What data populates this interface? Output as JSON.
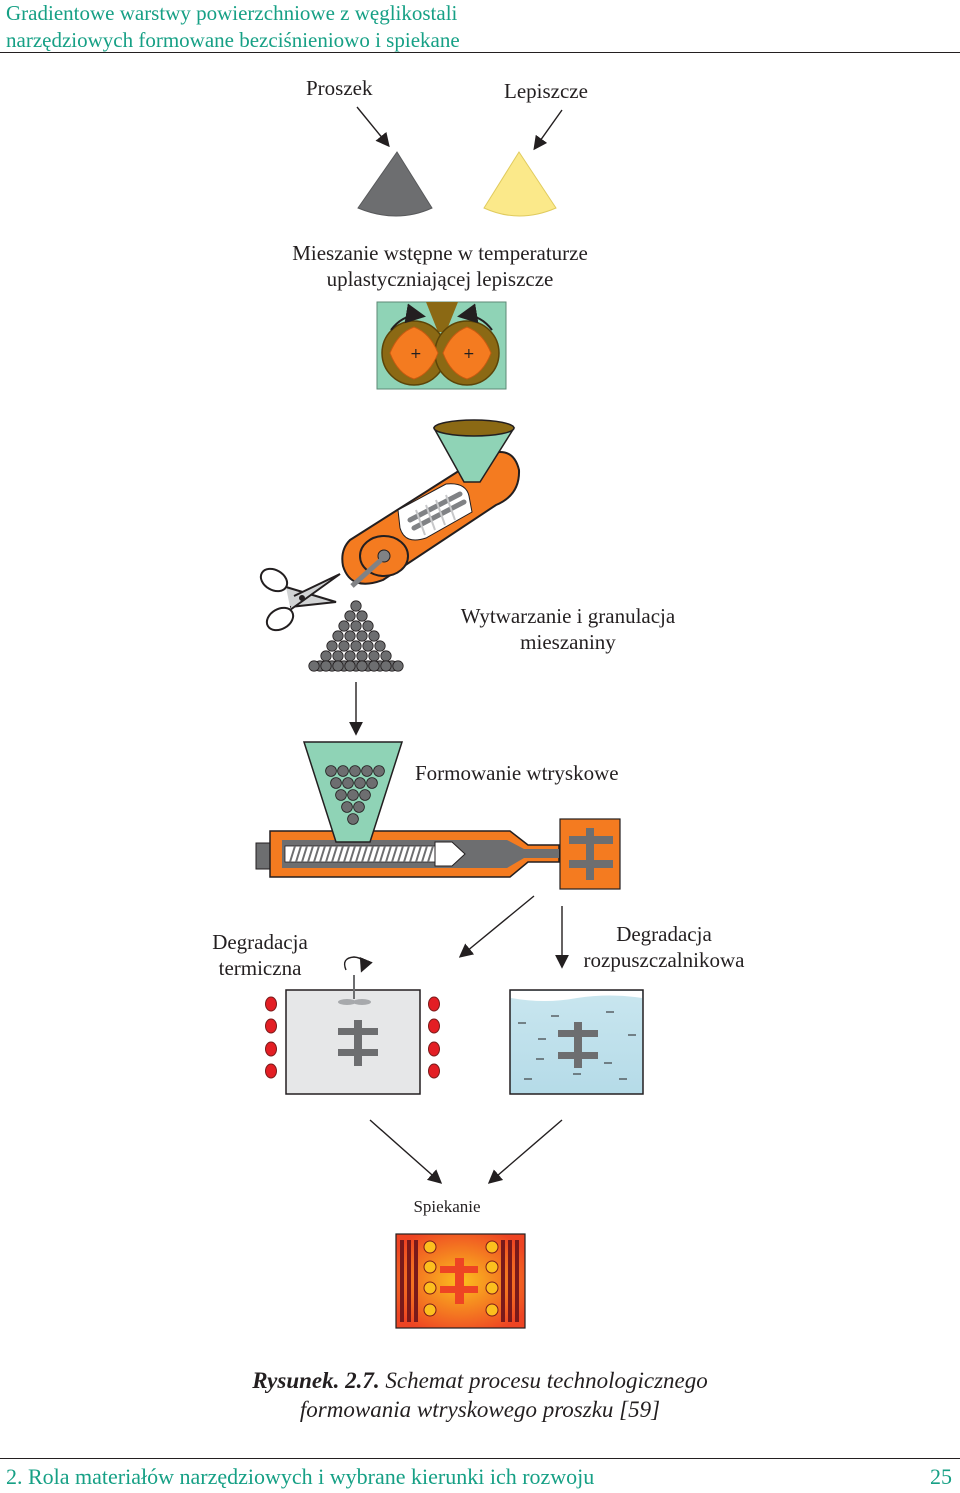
{
  "header": {
    "title_line1": "Gradientowe warstwy powierzchniowe z węglikostali",
    "title_line2": "narzędziowych formowane bezciśnieniowo i spiekane"
  },
  "diagram": {
    "powder": "Proszek",
    "binder": "Lepiszcze",
    "premix_line1": "Mieszanie wstępne w temperaturze",
    "premix_line2": "uplastyczniającej lepiszcze",
    "granulation_line1": "Wytwarzanie i granulacja",
    "granulation_line2": "mieszaniny",
    "injection": "Formowanie wtryskowe",
    "thermal_line1": "Degradacja",
    "thermal_line2": "termiczna",
    "solvent_line1": "Degradacja",
    "solvent_line2": "rozpuszczalnikowa",
    "sintering": "Spiekanie",
    "colors": {
      "powder": "#6d6e70",
      "binder": "#fbe98a",
      "orange": "#f47b20",
      "teal_box": "#8fd3b6",
      "brown": "#8b6914",
      "red": "#e31e24"
    }
  },
  "caption": {
    "label": "Rysunek. 2.7.",
    "text_line1": "Schemat procesu technologicznego",
    "text_line2": "formowania wtryskowego proszku [59]"
  },
  "footer": {
    "chapter": "2. Rola materiałów narzędziowych i wybrane kierunki ich rozwoju",
    "page_number": "25"
  }
}
